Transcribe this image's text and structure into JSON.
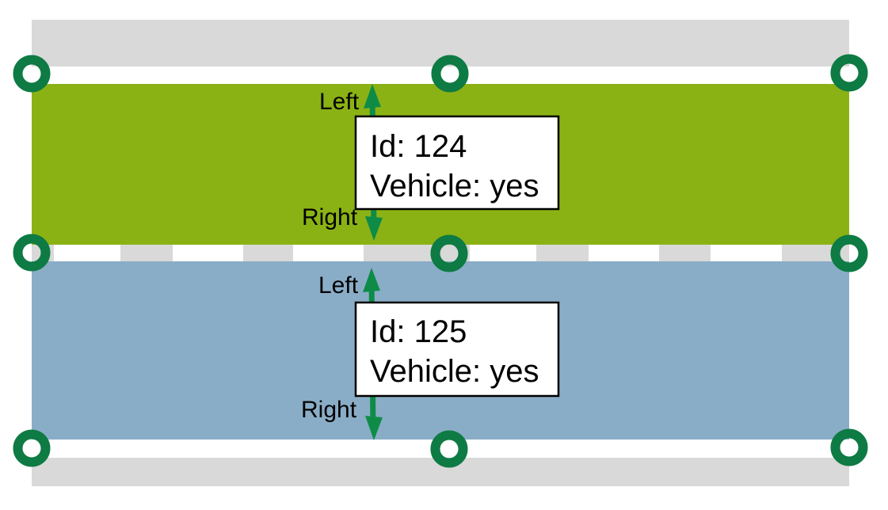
{
  "colors": {
    "background": "#ffffff",
    "road": "#d9d9d9",
    "marking": "#ffffff",
    "lane_green": "#8bb214",
    "lane_blue": "#8aadc7",
    "node_ring": "#0d7b43",
    "arrow": "#0e8c47",
    "box_fill": "#ffffff",
    "box_border": "#000000",
    "text": "#000000"
  },
  "lanelets": [
    {
      "id_text": "Id: 124",
      "vehicle_text": "Vehicle: yes",
      "left_label": "Left",
      "right_label": "Right"
    },
    {
      "id_text": "Id: 125",
      "vehicle_text": "Vehicle: yes",
      "left_label": "Left",
      "right_label": "Right"
    }
  ]
}
